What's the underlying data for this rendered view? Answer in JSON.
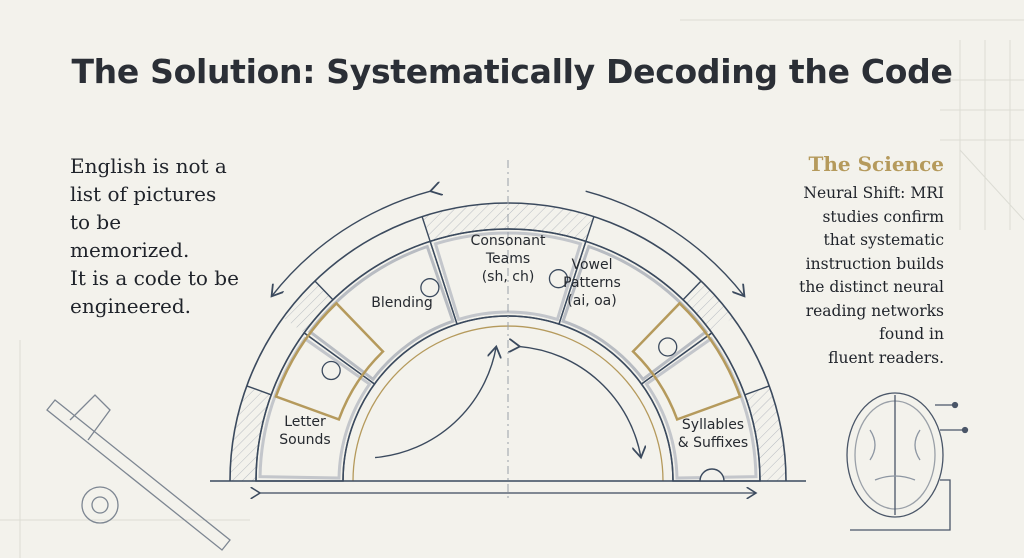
{
  "title": "The Solution: Systematically Decoding the Code",
  "left_text": [
    "English is not a",
    "list of pictures",
    "to be",
    "memorized.",
    "It is a code to be",
    "engineered."
  ],
  "science": {
    "heading": "The Science",
    "lines": [
      "Neural Shift: MRI",
      "studies confirm",
      "that systematic",
      "instruction builds",
      "the distinct neural",
      "reading networks",
      "found in",
      "fluent readers."
    ]
  },
  "pieces": [
    {
      "lines": [
        "Letter",
        "Sounds"
      ]
    },
    {
      "lines": [
        "Blending"
      ]
    },
    {
      "lines": [
        "Consonant",
        "Teams",
        "(sh, ch)"
      ]
    },
    {
      "lines": [
        "Vowel",
        "Patterns",
        "(ai, oa)"
      ]
    },
    {
      "lines": [
        "Syllables",
        "& Suffixes"
      ]
    }
  ],
  "colors": {
    "ink": "#3b4a5e",
    "gold": "#b59a5c",
    "background": "#f3f2ec"
  }
}
